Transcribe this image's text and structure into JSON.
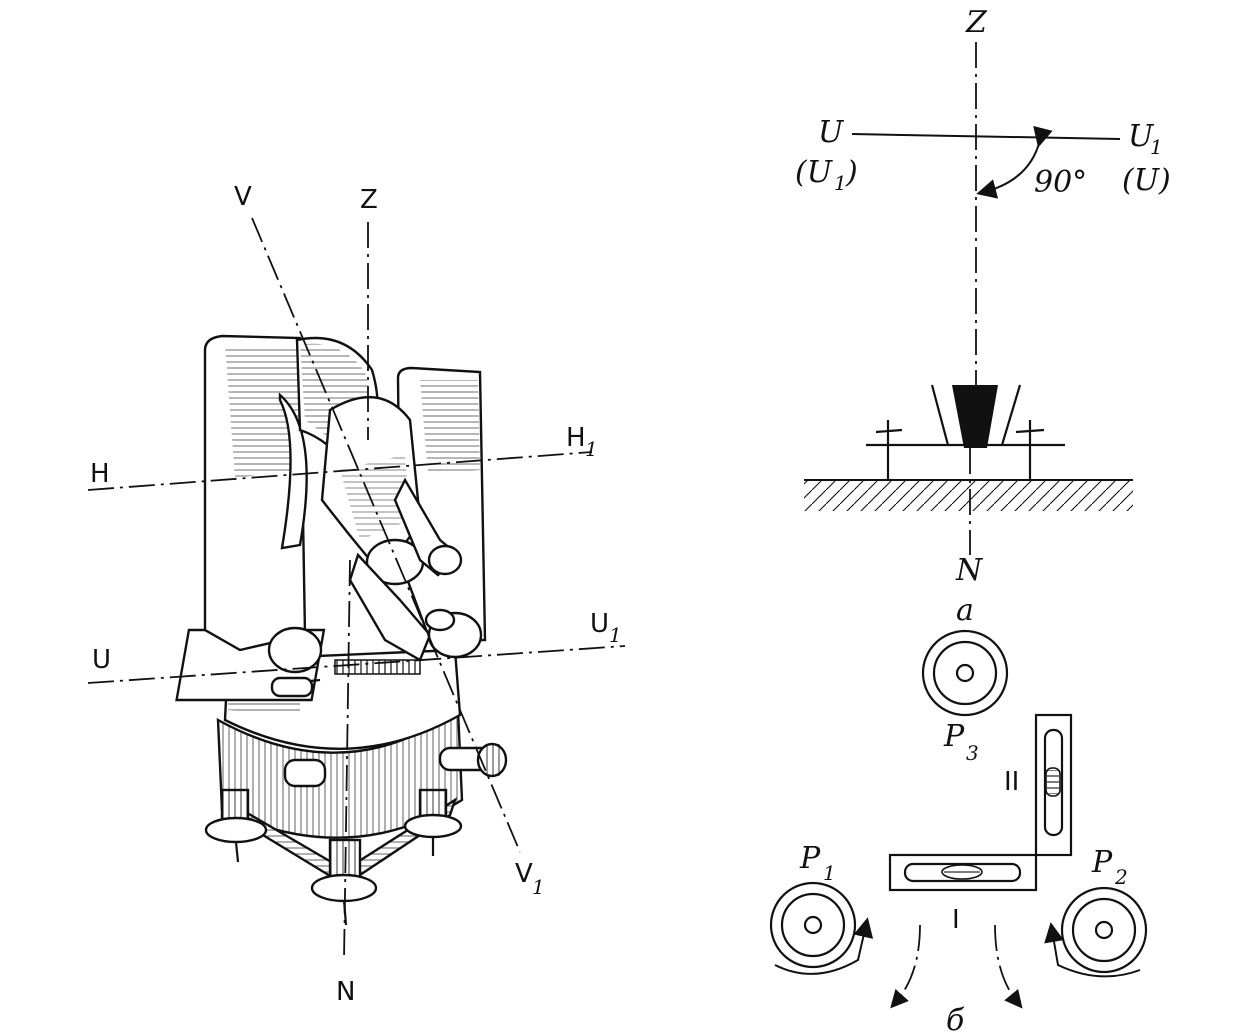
{
  "left_figure": {
    "labels": {
      "V": "V",
      "Z": "Z",
      "H": "H",
      "H1_main": "H",
      "H1_sub": "1",
      "U": "U",
      "U1_main": "U",
      "U1_sub": "1",
      "V1_main": "V",
      "V1_sub": "1",
      "N": "N"
    }
  },
  "right_figure": {
    "labels": {
      "Z": "Z",
      "U": "U",
      "U1_paren": "(U",
      "U1_paren_sub": "1",
      "U1_paren_close": ")",
      "U1_main": "U",
      "U1_sub": "1",
      "U_paren": "(U)",
      "angle": "90°",
      "N": "N",
      "fig_a": "a",
      "P3_main": "P",
      "P3_sub": "3",
      "II": "II",
      "P1_main": "P",
      "P1_sub": "1",
      "P2_main": "P",
      "P2_sub": "2",
      "I": "I",
      "fig_b": "б"
    }
  }
}
